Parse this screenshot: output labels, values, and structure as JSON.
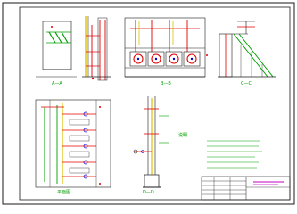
{
  "drawing": {
    "background": "#ffffff",
    "colors": {
      "frame": "#1a1a1a",
      "pipe_red": "#e00000",
      "pipe_yellow": "#e0c000",
      "green_text": "#00a000",
      "magenta": "#c000c0",
      "blue": "#0000d0",
      "cyan": "#00a0a0"
    }
  },
  "views": {
    "top_left": {
      "label": "A—A"
    },
    "top_center": {
      "label": "B—B"
    },
    "top_right": {
      "label": "C—C"
    },
    "bottom_left": {
      "label": "平面图"
    },
    "bottom_center": {
      "label": "D—D"
    }
  },
  "notes": {
    "heading": "说明",
    "lines": [
      "1. ...",
      "2. ...",
      "3. ...",
      "4. ...",
      "5. ...",
      "6. ...",
      "7. ..."
    ]
  },
  "title_block": {
    "title_text": "",
    "rows": [
      "",
      "",
      "",
      "",
      ""
    ]
  }
}
